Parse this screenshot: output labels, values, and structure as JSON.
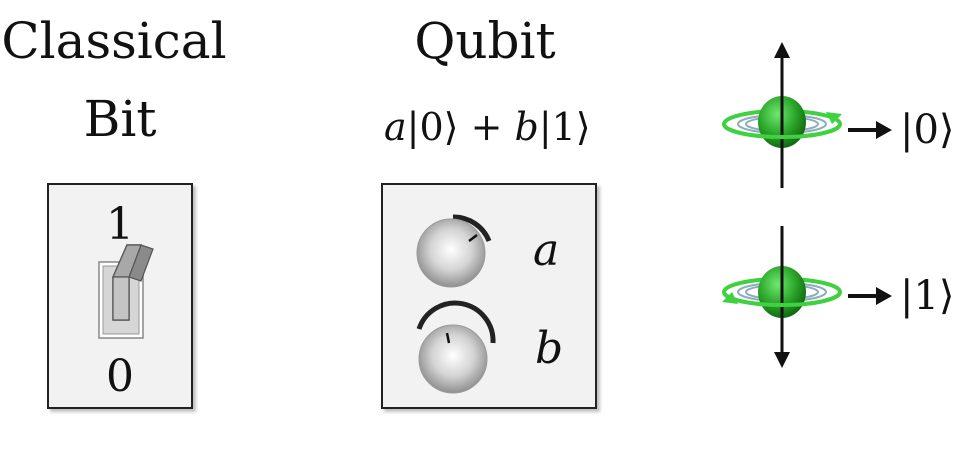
{
  "classical": {
    "title_line1": "Classical",
    "title_line2": "Bit",
    "label_top": "1",
    "label_bottom": "0"
  },
  "qubit": {
    "title": "Qubit",
    "formula_a": "a",
    "formula_ket0": "|0⟩",
    "formula_plus": "+",
    "formula_b": "b",
    "formula_ket1": "|1⟩",
    "knob_a_label": "a",
    "knob_b_label": "b"
  },
  "spins": {
    "ket_up": "|0⟩",
    "ket_down": "|1⟩"
  },
  "colors": {
    "sphere": "#2aa52a",
    "ring": "#3fd13f",
    "panel": "#f2f2f2"
  }
}
